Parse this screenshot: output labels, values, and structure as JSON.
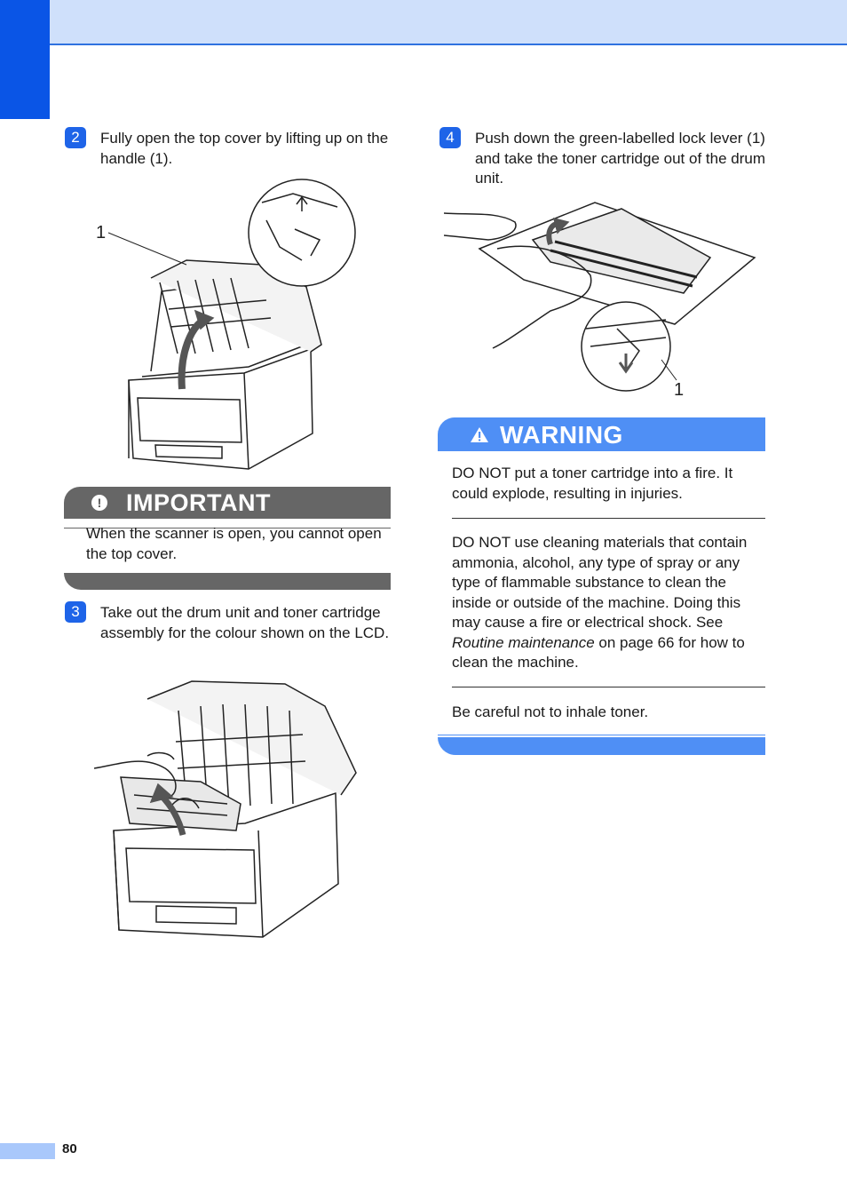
{
  "page_number": "80",
  "steps": [
    {
      "num": "2",
      "text": "Fully open the top cover by lifting up on the handle (1)."
    },
    {
      "num": "3",
      "text": "Take out the drum unit and toner cartridge assembly for the colour shown on the LCD."
    },
    {
      "num": "4",
      "text": "Push down the green-labelled lock lever (1) and take the toner cartridge out of the drum unit."
    }
  ],
  "callouts": {
    "fig1": "1",
    "fig3": "1"
  },
  "important": {
    "title": "IMPORTANT",
    "body": "When the scanner is open, you cannot open the top cover."
  },
  "warning": {
    "title": "WARNING",
    "item1": "DO NOT put a toner cartridge into a fire. It could explode, resulting in injuries.",
    "item2_part1": "DO NOT use cleaning materials that contain ammonia, alcohol, any type of spray or any type of flammable substance to clean the inside or outside of the machine. Doing this may cause a fire or electrical shock. See ",
    "item2_link": "Routine maintenance",
    "item2_part2": " on page 66 for how to clean the machine.",
    "item3": "Be careful not to inhale toner."
  }
}
